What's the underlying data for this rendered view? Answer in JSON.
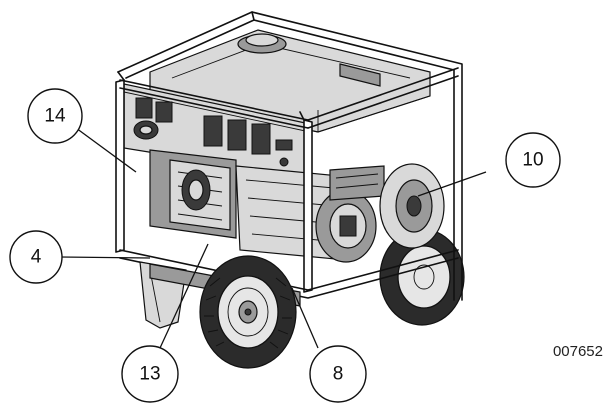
{
  "figure": {
    "reference_code": "007652",
    "callouts": [
      {
        "label": "14"
      },
      {
        "label": "4"
      },
      {
        "label": "13"
      },
      {
        "label": "8"
      },
      {
        "label": "10"
      }
    ]
  }
}
